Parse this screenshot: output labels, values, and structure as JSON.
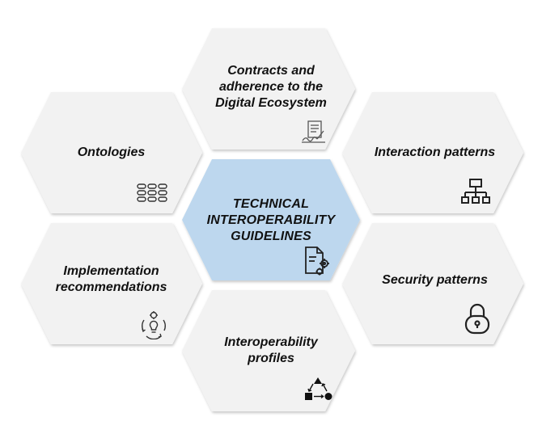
{
  "center": {
    "title": "TECHNICAL\nINTEROPERABILITY\nGUIDELINES",
    "icon": "document-gear-icon"
  },
  "hexagons": [
    {
      "id": "contracts",
      "label": "Contracts and\nadherence to the\nDigital Ecosystem",
      "icon": "contract-signature-icon"
    },
    {
      "id": "ontologies",
      "label": "Ontologies",
      "icon": "ontology-grid-icon"
    },
    {
      "id": "interaction",
      "label": "Interaction patterns",
      "icon": "hierarchy-icon"
    },
    {
      "id": "implementation",
      "label": "Implementation\nrecommendations",
      "icon": "lightbulb-cycle-icon"
    },
    {
      "id": "security",
      "label": "Security patterns",
      "icon": "padlock-icon"
    },
    {
      "id": "profiles",
      "label": "Interoperability\nprofiles",
      "icon": "shapes-flow-icon"
    }
  ],
  "colors": {
    "hex_fill": "#f2f2f2",
    "hex_shadow": "#d6d6d6",
    "center_fill": "#bdd7ee",
    "icon": "#333333"
  }
}
